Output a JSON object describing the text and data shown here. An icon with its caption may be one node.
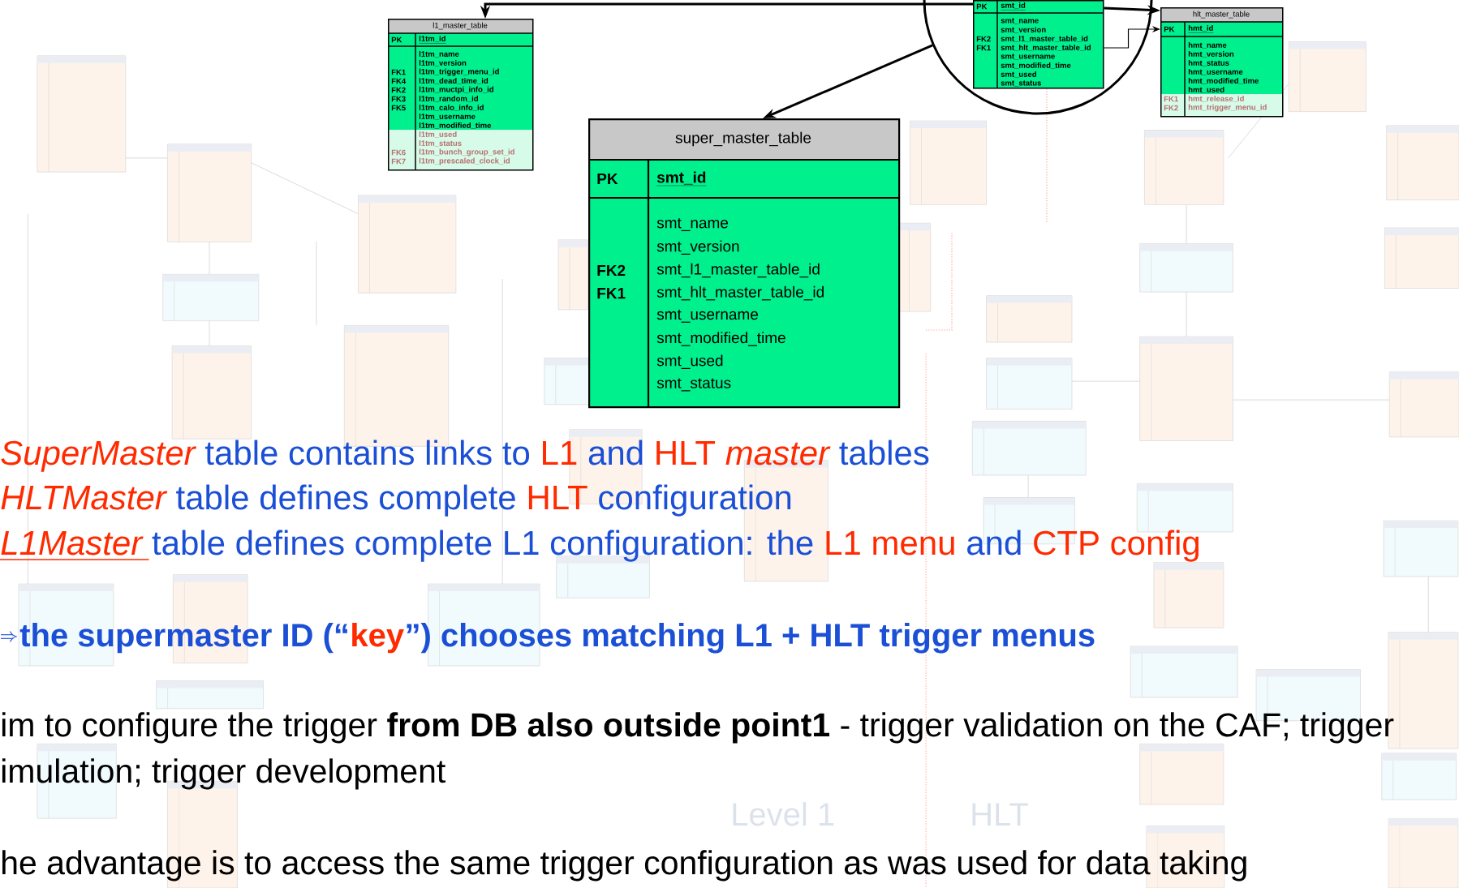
{
  "diagram": {
    "nodes": [
      {
        "text": [
          "l1_master_table",
          "PK",
          "l1tm_id",
          "FK1",
          "FK4",
          "FK2",
          "FK3",
          "FK5",
          "FK6",
          "FK7",
          "l1tm_name",
          "l1tm_version",
          "l1tm_trigger_menu_id",
          "l1tm_dead_time_id",
          "l1tm_muctpi_info_id",
          "l1tm_random_id",
          "l1tm_calo_info_id",
          "l1tm_username",
          "l1tm_modified_time",
          "l1tm_used",
          "l1tm_status",
          "l1tm_bunch_group_set_id",
          "l1tm_prescaled_clock_id"
        ]
      },
      {
        "text": [],
        "shape": "circle"
      },
      {
        "text": [
          "PK",
          "smt_id",
          "FK2",
          "FK1",
          "smt_name",
          "smt_version",
          "smt_l1_master_table_id",
          "smt_hlt_master_table_id",
          "smt_username",
          "smt_modified_time",
          "smt_used",
          "smt_status"
        ],
        "in": 1
      },
      {
        "text": [
          "hlt_master_table",
          "PK",
          "hmt_id",
          "FK1",
          "FK2",
          "hmt_name",
          "hmt_version",
          "hmt_status",
          "hmt_username",
          "hmt_modified_time",
          "hmt_used",
          "hmt_release_id",
          "hmt_trigger_menu_id"
        ]
      },
      {
        "text": [
          "super_master_table",
          "PK",
          "smt_id",
          "FK2",
          "FK1",
          "smt_name",
          "smt_version",
          "smt_l1_master_table_id",
          "smt_hlt_master_table_id",
          "smt_username",
          "smt_modified_time",
          "smt_used",
          "smt_status"
        ]
      }
    ],
    "edges": [
      {
        "from": 2,
        "to": 0,
        "arrow": "to"
      },
      {
        "from": 2,
        "to": 3,
        "arrow": "to"
      },
      {
        "from": 2,
        "to": 3,
        "arrow": "to"
      },
      {
        "from": 1,
        "to": 4,
        "arrow": "to"
      }
    ],
    "labels": [
      "SuperMaster",
      "table contains links to",
      "L1",
      "and",
      "HLT",
      "master",
      "tables",
      "HLTMaster",
      "table defines complete",
      "HLT",
      "configuration",
      "L1Master",
      "table defines complete L1 configuration: the",
      "L1 menu",
      "and",
      "CTP config",
      "the supermaster ID (“",
      "key",
      "”) chooses matching L1 + HLT trigger menus",
      "im to configure the trigger  **from DB also outside point1** - trigger validation on the CAF; trigger",
      "Level 1",
      "HLT",
      "imulation; trigger development",
      "he advantage is to access the same trigger configuration as was used for data taking"
    ]
  }
}
